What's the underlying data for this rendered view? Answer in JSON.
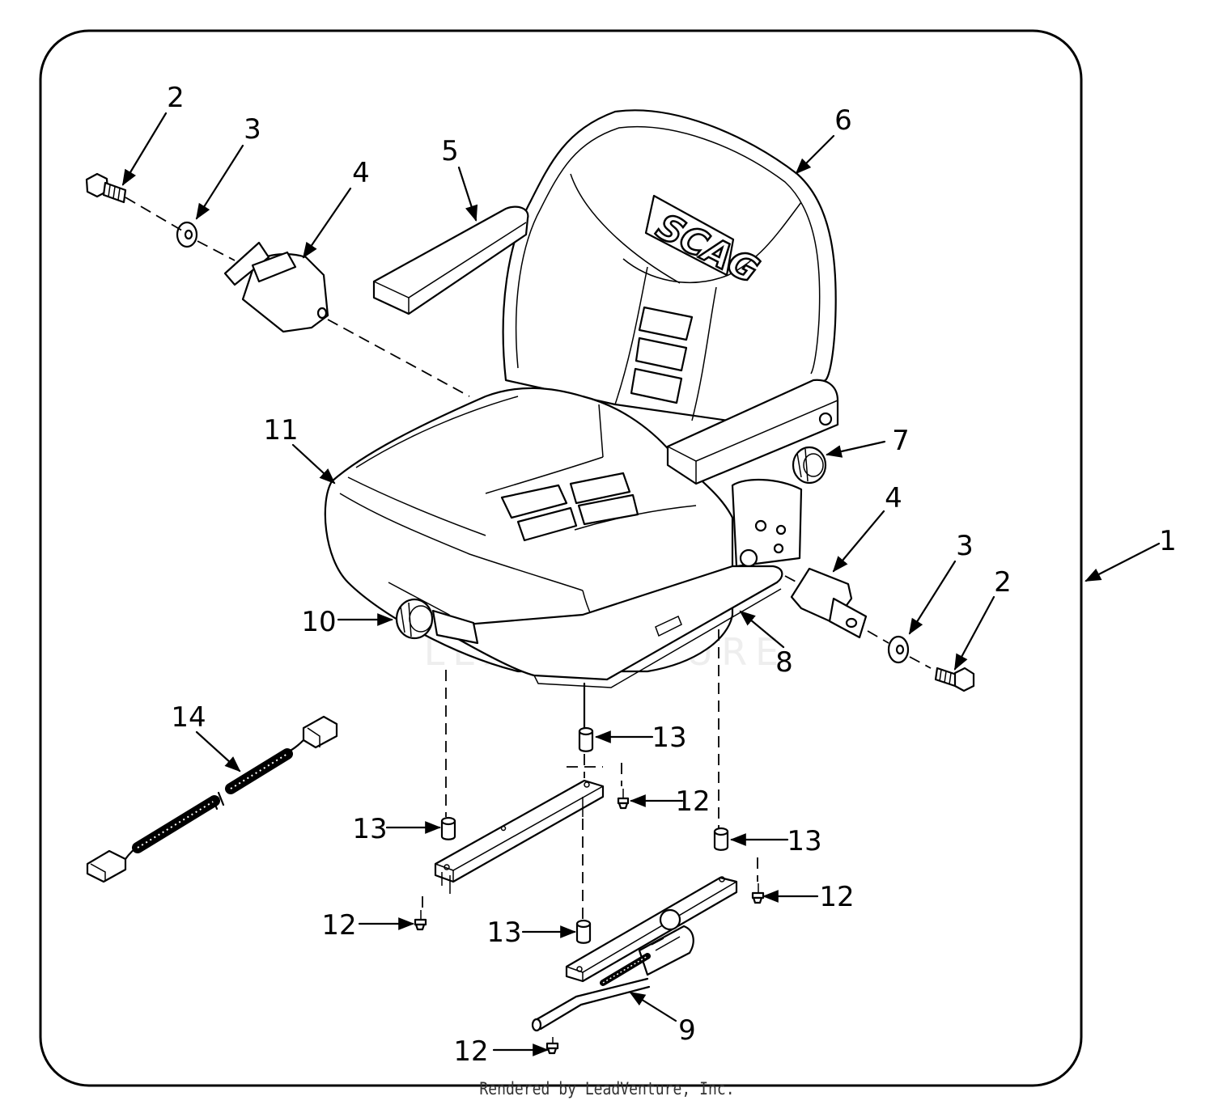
{
  "logo": "SCAG",
  "watermark": "LEADVENTURE",
  "footer": "Rendered by LeadVenture, Inc.",
  "callouts": {
    "c1": "1",
    "c2a": "2",
    "c3a": "3",
    "c4a": "4",
    "c5": "5",
    "c6": "6",
    "c7": "7",
    "c4b": "4",
    "c3b": "3",
    "c2b": "2",
    "c8": "8",
    "c9": "9",
    "c10": "10",
    "c11": "11",
    "c12a": "12",
    "c12b": "12",
    "c12c": "12",
    "c12d": "12",
    "c13a": "13",
    "c13b": "13",
    "c13c": "13",
    "c13d": "13",
    "c14": "14"
  }
}
